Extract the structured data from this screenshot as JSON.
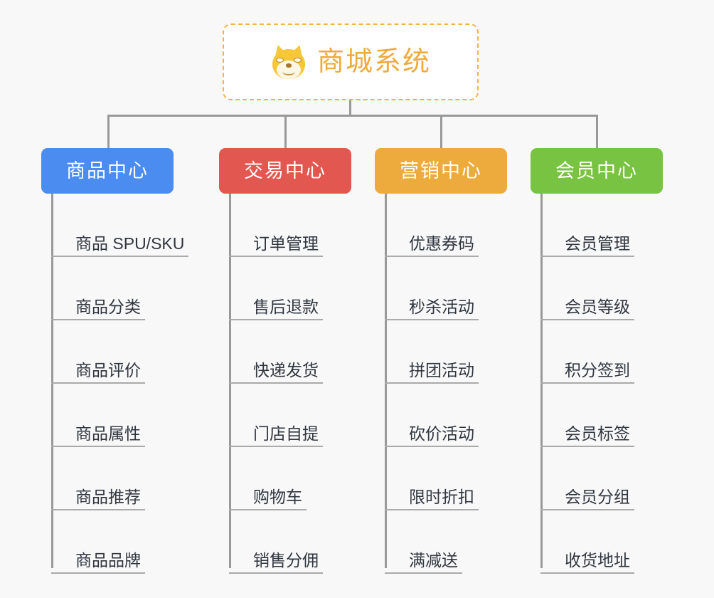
{
  "canvas": {
    "background_color": "#f8f8f8",
    "connector_color": "#999999",
    "leaf_underline_color": "#aaaaaa",
    "leaf_text_color": "#303640"
  },
  "root": {
    "title": "商城系统",
    "icon": "shiba-dog-face-icon",
    "text_color": "#eeab3d",
    "border_color": "#f0b54a",
    "background_color": "#ffffff"
  },
  "categories": [
    {
      "label": "商品中心",
      "color": "#4a8cf0",
      "items": [
        "商品 SPU/SKU",
        "商品分类",
        "商品评价",
        "商品属性",
        "商品推荐",
        "商品品牌"
      ]
    },
    {
      "label": "交易中心",
      "color": "#e2574f",
      "items": [
        "订单管理",
        "售后退款",
        "快递发货",
        "门店自提",
        "购物车",
        "销售分佣"
      ]
    },
    {
      "label": "营销中心",
      "color": "#eeab3d",
      "items": [
        "优惠券码",
        "秒杀活动",
        "拼团活动",
        "砍价活动",
        "限时折扣",
        "满减送"
      ]
    },
    {
      "label": "会员中心",
      "color": "#79c342",
      "items": [
        "会员管理",
        "会员等级",
        "积分签到",
        "会员标签",
        "会员分组",
        "收货地址"
      ]
    }
  ]
}
